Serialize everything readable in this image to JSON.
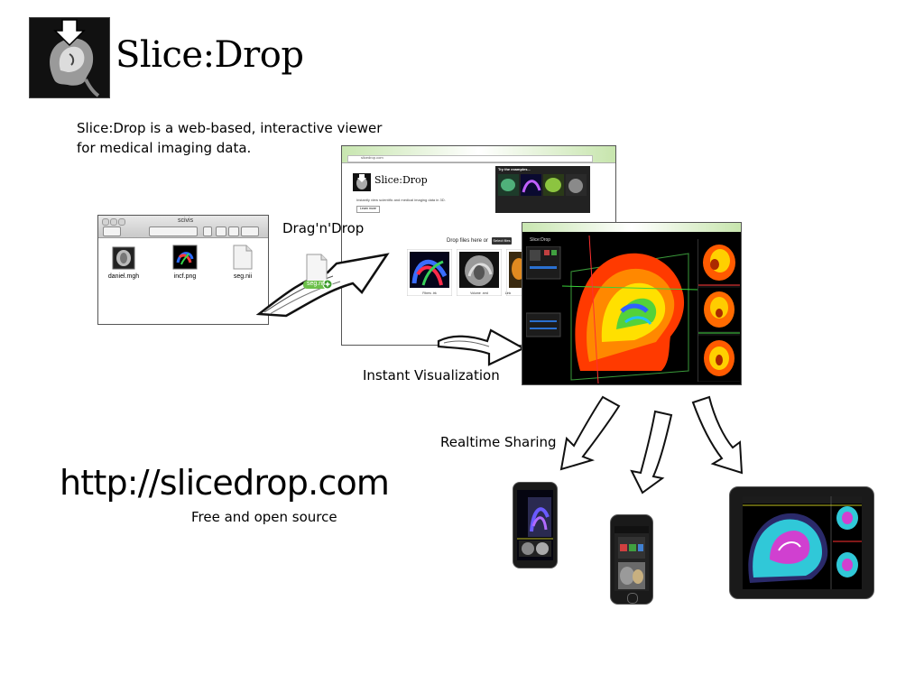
{
  "app": {
    "title": "Slice:Drop",
    "tagline": "Slice:Drop is a web-based, interactive viewer for medical imaging data.",
    "url": "http://slicedrop.com",
    "license_note": "Free and open source"
  },
  "captions": {
    "drag_n_drop": "Drag'n'Drop",
    "instant_visualization": "Instant Visualization",
    "realtime_sharing": "Realtime Sharing"
  },
  "finder": {
    "title": "scivis",
    "files": [
      {
        "name": "daniel.mgh"
      },
      {
        "name": "incf.png"
      },
      {
        "name": "seg.nii"
      }
    ],
    "dragged_file": "seg.nii"
  },
  "browser": {
    "url": "slicedrop.com",
    "title": "Slice:Drop",
    "description": "Instantly view scientific and medical imaging data in 3D.",
    "learn_more": "Learn more",
    "examples_title": "Try the examples...",
    "drop_text": "Drop files here or",
    "select_files": "Select files",
    "thumb_captions": [
      "Fibers .trk",
      "Volume .nrrd",
      "Link"
    ]
  },
  "viewer": {
    "brand": "Slice:Drop"
  },
  "colors": {
    "accent_green": "#c8e6b0",
    "badge_green": "#6cc04a",
    "ink": "#000000"
  }
}
